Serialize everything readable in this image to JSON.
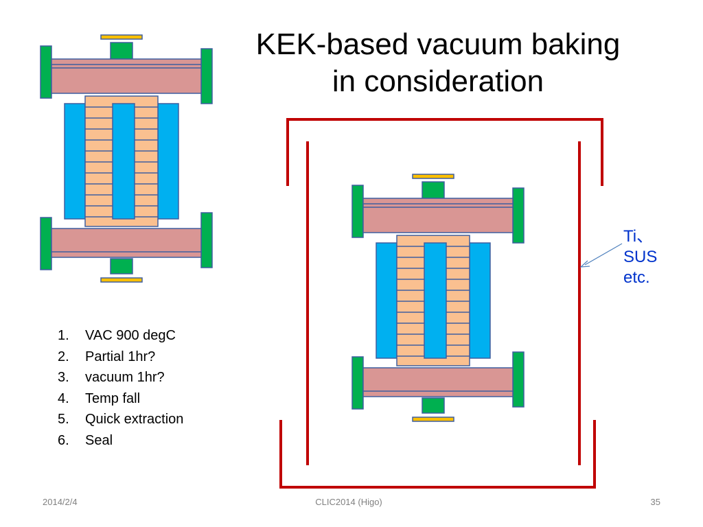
{
  "title": {
    "line1": "KEK-based vacuum baking",
    "line2": "in consideration"
  },
  "steps": [
    {
      "num": "1.",
      "text": "VAC   900 degC"
    },
    {
      "num": "2.",
      "text": "Partial   1hr?"
    },
    {
      "num": "3.",
      "text": "vacuum   1hr?"
    },
    {
      "num": "4.",
      "text": "Temp fall"
    },
    {
      "num": "5.",
      "text": "Quick extraction"
    },
    {
      "num": "6.",
      "text": "Seal"
    }
  ],
  "annotation": {
    "line1": "Ti、",
    "line2": "SUS",
    "line3": "etc."
  },
  "footer": {
    "date": "2014/2/4",
    "center": "CLIC2014 (Higo)",
    "page": "35"
  },
  "colors": {
    "flange_pink": "#d99694",
    "flange_green": "#00b050",
    "cap_yellow": "#ffc000",
    "outer_blue": "#00b0f0",
    "stack_peach": "#fac090",
    "outline": "#3f5f9f",
    "oven_red": "#c00000",
    "arrow_blue": "#4f81bd",
    "label_blue": "#0033cc"
  }
}
